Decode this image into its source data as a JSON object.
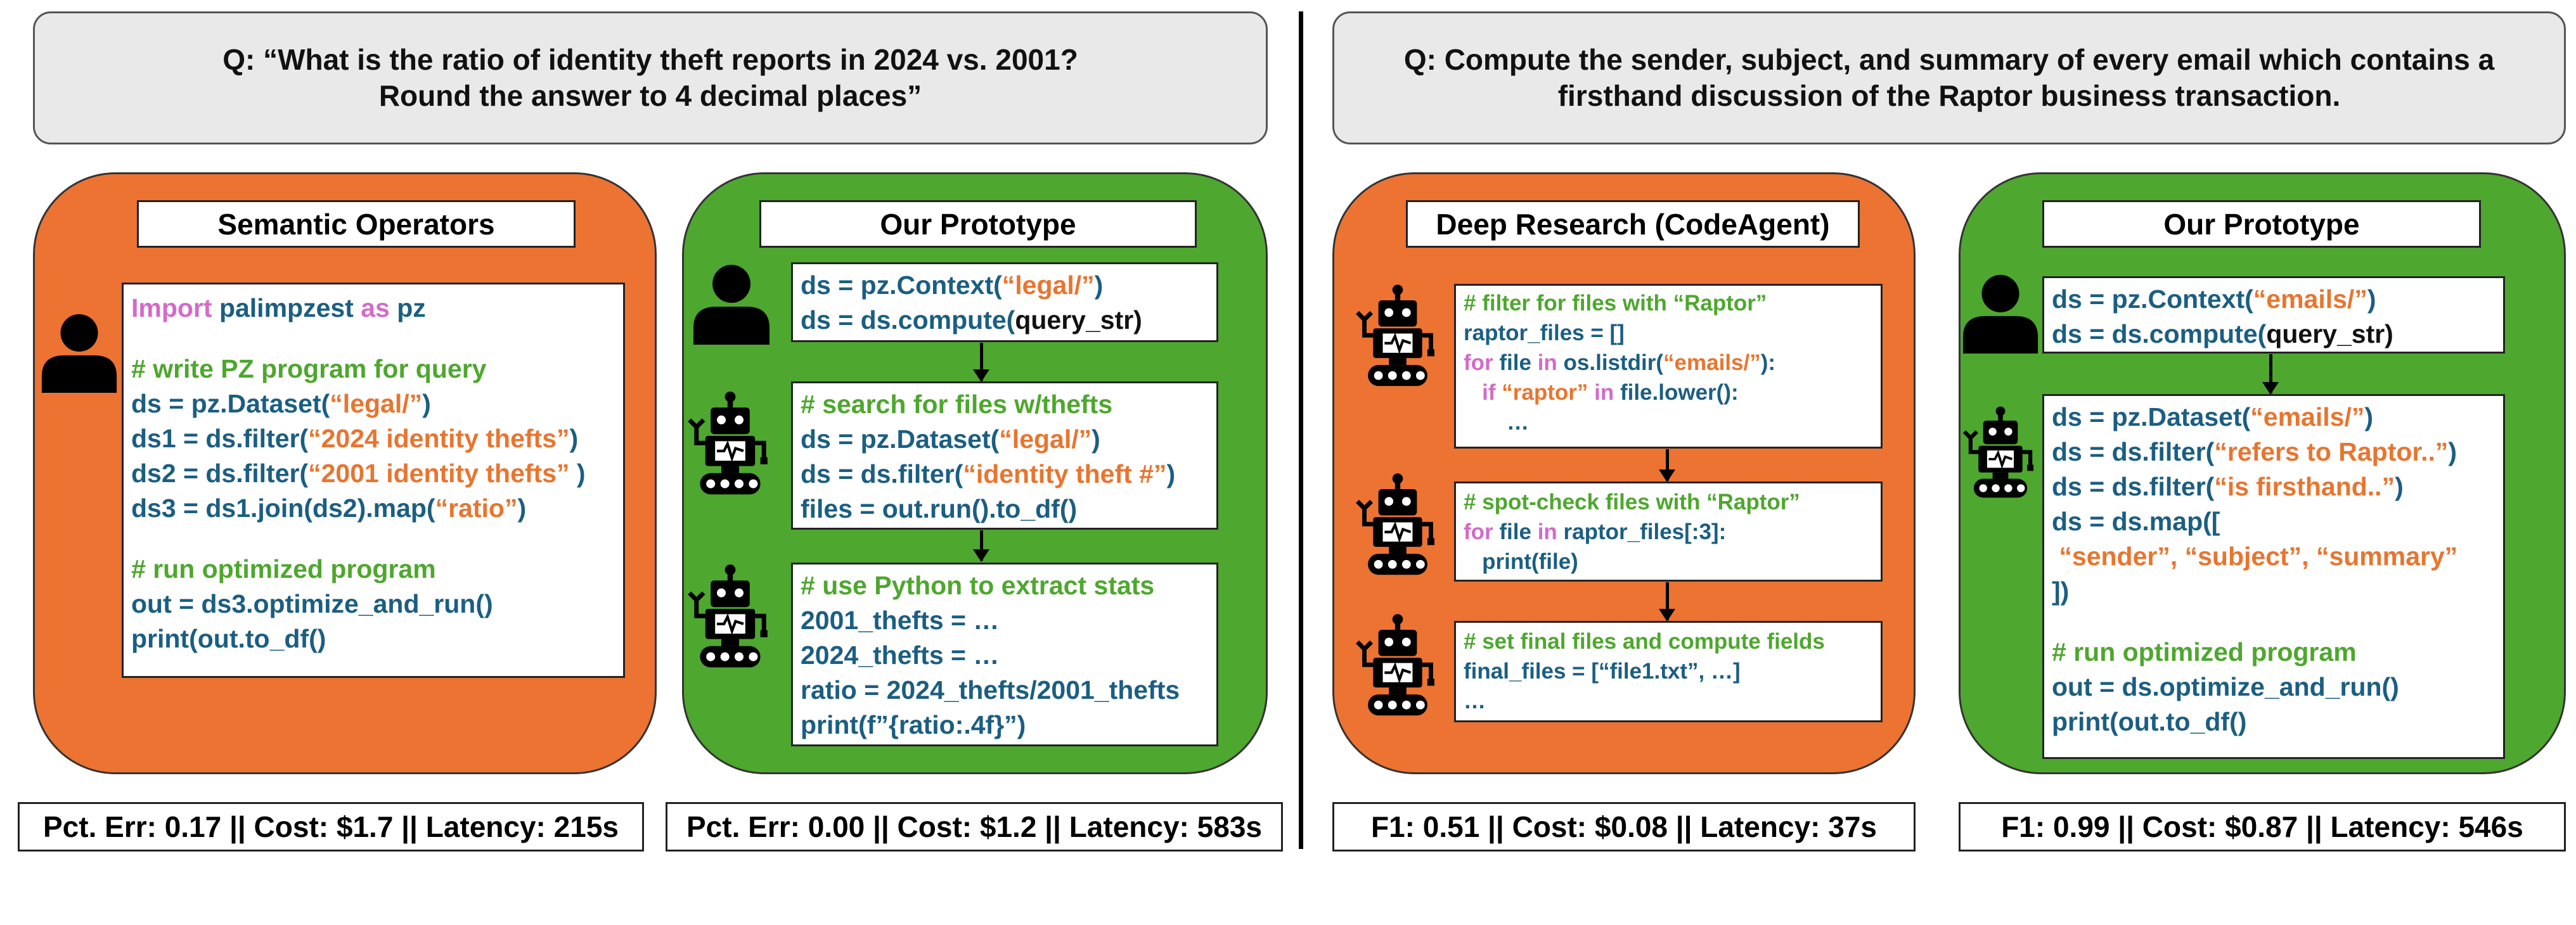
{
  "left": {
    "question": [
      "Q: “What is the ratio of identity theft reports in 2024 vs. 2001?",
      "Round the answer to 4 decimal places”"
    ],
    "semantic_ops": {
      "title": "Semantic Operators",
      "code": [
        [
          {
            "t": "Import",
            "c": "pink"
          },
          {
            "t": " palimpzest ",
            "c": "blue"
          },
          {
            "t": "as",
            "c": "pink"
          },
          {
            "t": " pz",
            "c": "blue"
          }
        ],
        [],
        [
          {
            "t": "# write PZ program for query",
            "c": "green"
          }
        ],
        [
          {
            "t": "ds = pz.Dataset(",
            "c": "blue"
          },
          {
            "t": "“legal/”",
            "c": "orange"
          },
          {
            "t": ")",
            "c": "blue"
          }
        ],
        [
          {
            "t": "ds1 = ds.filter(",
            "c": "blue"
          },
          {
            "t": "“2024 identity thefts”",
            "c": "orange"
          },
          {
            "t": ")",
            "c": "blue"
          }
        ],
        [
          {
            "t": "ds2 = ds.filter(",
            "c": "blue"
          },
          {
            "t": "“2001 identity thefts”",
            "c": "orange"
          },
          {
            "t": " )",
            "c": "blue"
          }
        ],
        [
          {
            "t": "ds3 = ds1.join(ds2).map(",
            "c": "blue"
          },
          {
            "t": "“ratio”",
            "c": "orange"
          },
          {
            "t": ")",
            "c": "blue"
          }
        ],
        [],
        [
          {
            "t": "# run optimized program",
            "c": "green"
          }
        ],
        [
          {
            "t": "out = ds3.optimize_and_run()",
            "c": "blue"
          }
        ],
        [
          {
            "t": "print(out.to_df()",
            "c": "blue"
          }
        ]
      ],
      "metric": "Pct. Err: 0.17 || Cost: $1.7 || Latency: 215s"
    },
    "prototype": {
      "title": "Our Prototype",
      "user_code": [
        [
          {
            "t": "ds = pz.Context(",
            "c": "blue"
          },
          {
            "t": "“legal/”",
            "c": "orange"
          },
          {
            "t": ")",
            "c": "blue"
          }
        ],
        [
          {
            "t": "ds = ds.compute(",
            "c": "blue"
          },
          {
            "t": "query_str)",
            "c": "black"
          }
        ]
      ],
      "agent_code_1": [
        [
          {
            "t": "# search for files w/thefts",
            "c": "green"
          }
        ],
        [
          {
            "t": "ds = pz.Dataset(",
            "c": "blue"
          },
          {
            "t": "“legal/”",
            "c": "orange"
          },
          {
            "t": ")",
            "c": "blue"
          }
        ],
        [
          {
            "t": "ds = ds.filter(",
            "c": "blue"
          },
          {
            "t": "“identity theft #”",
            "c": "orange"
          },
          {
            "t": ")",
            "c": "blue"
          }
        ],
        [
          {
            "t": "files = out.run().to_df()",
            "c": "blue"
          }
        ]
      ],
      "agent_code_2": [
        [
          {
            "t": "# use Python to extract stats",
            "c": "green"
          }
        ],
        [
          {
            "t": "2001_thefts = …",
            "c": "blue"
          }
        ],
        [
          {
            "t": "2024_thefts = …",
            "c": "blue"
          }
        ],
        [
          {
            "t": "ratio = 2024_thefts/2001_thefts",
            "c": "blue"
          }
        ],
        [
          {
            "t": "print(f”{ratio:.4f}”)",
            "c": "blue"
          }
        ]
      ],
      "metric": "Pct. Err: 0.00 || Cost: $1.2 || Latency: 583s"
    }
  },
  "right": {
    "question": [
      "Q: Compute the sender, subject, and summary of every email which contains a",
      "firsthand discussion of the Raptor business transaction."
    ],
    "deep_research": {
      "title": "Deep Research (CodeAgent)",
      "code_1": [
        [
          {
            "t": "# filter for files with “Raptor”",
            "c": "green"
          }
        ],
        [
          {
            "t": "raptor_files = []",
            "c": "blue"
          }
        ],
        [
          {
            "t": "for",
            "c": "pink"
          },
          {
            "t": " file ",
            "c": "blue"
          },
          {
            "t": "in",
            "c": "pink"
          },
          {
            "t": " os.listdir(",
            "c": "blue"
          },
          {
            "t": "“emails/”",
            "c": "orange"
          },
          {
            "t": "):",
            "c": "blue"
          }
        ],
        [
          {
            "t": "   if ",
            "c": "pink"
          },
          {
            "t": "“raptor”",
            "c": "orange"
          },
          {
            "t": " in",
            "c": "pink"
          },
          {
            "t": " file.lower():",
            "c": "blue"
          }
        ],
        [
          {
            "t": "       …",
            "c": "blue"
          }
        ]
      ],
      "code_2": [
        [
          {
            "t": "# spot-check files with “Raptor”",
            "c": "green"
          }
        ],
        [
          {
            "t": "for",
            "c": "pink"
          },
          {
            "t": " file ",
            "c": "blue"
          },
          {
            "t": "in",
            "c": "pink"
          },
          {
            "t": " raptor_files[:3]:",
            "c": "blue"
          }
        ],
        [
          {
            "t": "   print(file)",
            "c": "blue"
          }
        ]
      ],
      "code_3": [
        [
          {
            "t": "# set final files and compute fields",
            "c": "green"
          }
        ],
        [
          {
            "t": "final_files = [“file1.txt”, …]",
            "c": "blue"
          }
        ],
        [
          {
            "t": "…",
            "c": "blue"
          }
        ]
      ],
      "metric": "F1: 0.51 || Cost: $0.08 || Latency: 37s"
    },
    "prototype": {
      "title": "Our Prototype",
      "user_code": [
        [
          {
            "t": "ds = pz.Context(",
            "c": "blue"
          },
          {
            "t": "“emails/”",
            "c": "orange"
          },
          {
            "t": ")",
            "c": "blue"
          }
        ],
        [
          {
            "t": "ds = ds.compute(",
            "c": "blue"
          },
          {
            "t": "query_str)",
            "c": "black"
          }
        ]
      ],
      "agent_code": [
        [
          {
            "t": "ds = pz.Dataset(",
            "c": "blue"
          },
          {
            "t": "“emails/”",
            "c": "orange"
          },
          {
            "t": ")",
            "c": "blue"
          }
        ],
        [
          {
            "t": "ds = ds.filter(",
            "c": "blue"
          },
          {
            "t": "“refers to Raptor..”",
            "c": "orange"
          },
          {
            "t": ")",
            "c": "blue"
          }
        ],
        [
          {
            "t": "ds = ds.filter(",
            "c": "blue"
          },
          {
            "t": "“is firsthand..”",
            "c": "orange"
          },
          {
            "t": ")",
            "c": "blue"
          }
        ],
        [
          {
            "t": "ds = ds.map([",
            "c": "blue"
          }
        ],
        [
          {
            "t": " “sender”, “subject”, “summary”",
            "c": "orange"
          }
        ],
        [
          {
            "t": "])",
            "c": "blue"
          }
        ],
        [],
        [
          {
            "t": "# run optimized program",
            "c": "green"
          }
        ],
        [
          {
            "t": "out = ds.optimize_and_run()",
            "c": "blue"
          }
        ],
        [
          {
            "t": "print(out.to_df()",
            "c": "blue"
          }
        ]
      ],
      "metric": "F1: 0.99 || Cost: $0.87 || Latency: 546s"
    }
  },
  "icons": {
    "user": "person-icon",
    "agent": "robot-icon"
  },
  "colors": {
    "orange_panel": "#ec7332",
    "green_panel": "#4ea72e",
    "code_blue": "#1b5e82",
    "code_green": "#4ea72e",
    "code_orange": "#e8752f",
    "code_pink": "#d46ac9"
  }
}
